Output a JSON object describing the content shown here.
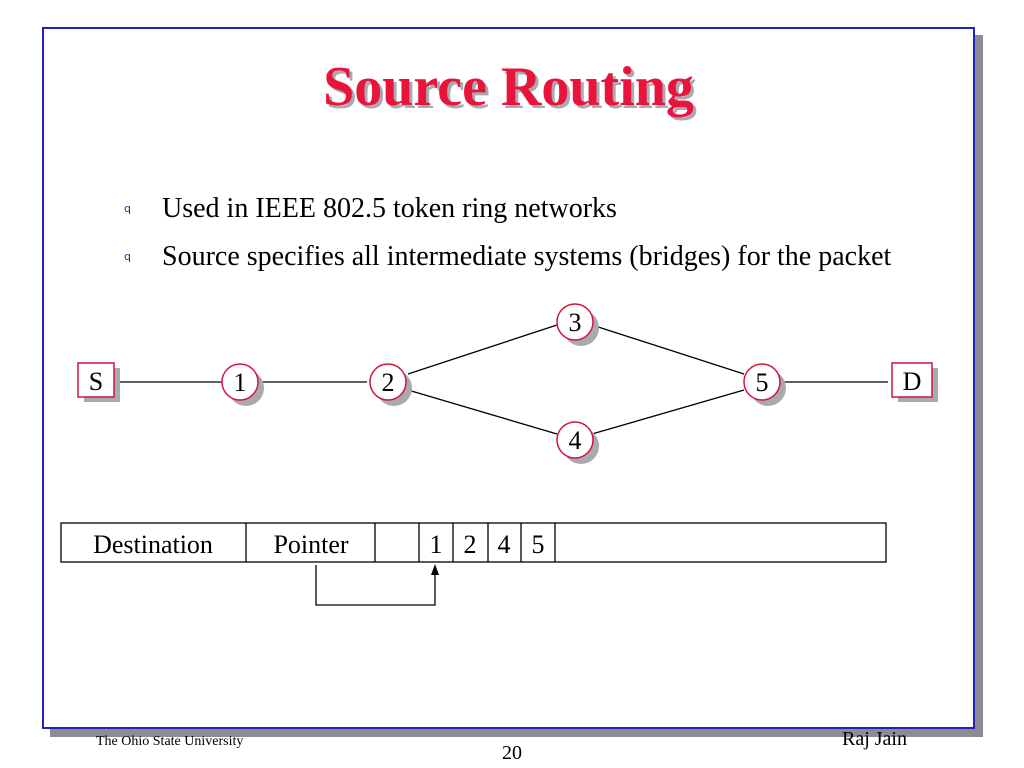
{
  "slide": {
    "title": "Source Routing",
    "bullets": [
      "Used in IEEE 802.5 token ring networks",
      "Source specifies all intermediate systems (bridges)  for the packet"
    ],
    "bullet_marker": "q"
  },
  "diagram": {
    "source": "S",
    "destination": "D",
    "nodes": [
      "1",
      "2",
      "3",
      "4",
      "5"
    ],
    "packet_fields": {
      "destination": "Destination",
      "pointer": "Pointer",
      "route": [
        "1",
        "2",
        "4",
        "5"
      ]
    }
  },
  "footer": {
    "organization": "The Ohio State University",
    "author": "Raj Jain",
    "page_number": "20"
  },
  "colors": {
    "frame": "#2323b6",
    "title": "#e8143c",
    "node_border": "#d2143c",
    "shadow": "#a9a9b0"
  }
}
